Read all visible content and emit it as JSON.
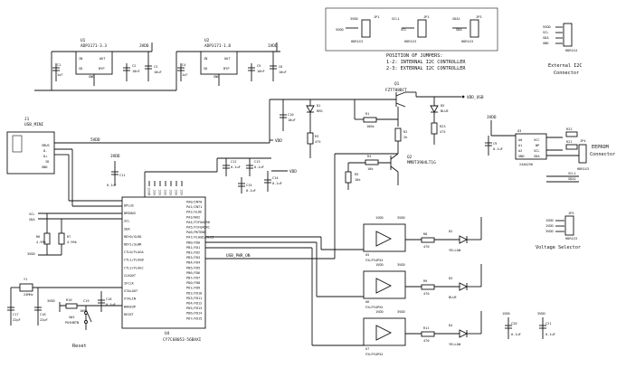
{
  "jumpers": {
    "jp1": {
      "ref": "JP1",
      "pins": [
        "3VDD",
        "5VDD"
      ],
      "caption": "HDR1X3"
    },
    "jp2": {
      "ref": "JP2",
      "pins": [
        "SCL1",
        "SCL"
      ],
      "caption": "HDR1X3"
    },
    "jp3": {
      "ref": "JP3",
      "pins": [
        "SDA1",
        "SDA"
      ],
      "caption": "HDR1X3"
    },
    "note_title": "POSITION OF JUMPERS:",
    "note_line1": "1-2: INTERNAL I2C CONTROLLER",
    "note_line2": "2-3: EXTERNAL I2C CONTROLLER"
  },
  "ext_i2c": {
    "pins": [
      "5VDD",
      "SCL",
      "SDA",
      "GND"
    ],
    "ref": "J2",
    "part": "HDR1X4",
    "caption_line1": "External I2C",
    "caption_line2": "Connector"
  },
  "regulators": {
    "u1": {
      "ref": "U1",
      "part": "ADP3171-3.3",
      "in": "IN",
      "out": "OUT",
      "sd": "SD",
      "byp": "BYP",
      "gnd": "GND"
    },
    "u2": {
      "ref": "U2",
      "part": "ADP3171-1.8",
      "in": "IN",
      "out": "OUT",
      "sd": "SD",
      "byp": "BYP",
      "gnd": "GND"
    },
    "c1": "C1",
    "c1v": "1uF",
    "c2": "C2",
    "c2v": "10nF",
    "c3": "C3",
    "c3v": "10uF",
    "c_net": "3VDD",
    "c4": "C4",
    "c4v": "1uF",
    "c5": "C5",
    "c5v": "10nF",
    "c6": "C6",
    "c6v": "10uF",
    "c2_net": "1VDD"
  },
  "usb": {
    "ref": "J1",
    "part": "USB_MINI",
    "pins": [
      "VBUS",
      "D-",
      "D+",
      "ID",
      "GND"
    ],
    "net": "5VDD"
  },
  "power_switch": {
    "q1": "Q1",
    "q1_part": "FZT788BCT",
    "net_out": "VDD_USB",
    "c10": "C10",
    "c10v": "10uF",
    "d1": "D1",
    "d1v": "RED",
    "r3": "R3",
    "r3v": "475",
    "r1": "R1",
    "r1v": "100k",
    "r2": "R2",
    "r2v": "2k",
    "d5": "D5",
    "d5v": "BLUE",
    "r23": "R23",
    "r23v": "475",
    "q2": "Q2",
    "q2_part": "MMBT3904LT1G",
    "r4": "R4",
    "r4v": "10k",
    "r5": "R5",
    "r5v": "10k",
    "vdd": "VDD",
    "vdd3": "3VDD"
  },
  "mcu": {
    "ref": "U4",
    "part": "CY7C68053-56BAXI",
    "left_pins": [
      "DPLUS",
      "DMINUS",
      "SCL",
      "SDA",
      "RDY0/SLRD",
      "RDY1/SLWR",
      "CTL0/FLAGA",
      "CTL1/FLAGB",
      "CTL2/FLAGC",
      "CLKOUT",
      "IFCLK",
      "XTALOUT",
      "XTALIN",
      "WAKEUP",
      "RESET"
    ],
    "right_pins": [
      "PA0/INT0",
      "PA1/INT1",
      "PA2/SLOE",
      "PA3/WU2",
      "PA4/FIFOADR0",
      "PA5/FIFOADR1",
      "PA6/PKTEND",
      "PA7/FLAGD/SLCS",
      "PB0/FD0",
      "PB1/FD1",
      "PB2/FD2",
      "PB3/FD3",
      "PB4/FD4",
      "PB5/FD5",
      "PB6/FD6",
      "PB7/FD7",
      "PD0/FD8",
      "PD1/FD9",
      "PD2/FD10",
      "PD3/FD11",
      "PD4/FD12",
      "PD5/FD13",
      "PD6/FD14",
      "PD7/FD15"
    ],
    "top_pins": [
      "AVCC",
      "VCC",
      "VCC",
      "VCC",
      "VCC",
      "VCC",
      "VCC"
    ],
    "usb_pwr": "USB_PWR_ON",
    "c11": "C11",
    "c11v": "0.1uF",
    "c12": "C12",
    "c12v": "0.1uF",
    "c13": "C13",
    "c13v": "0.1uF",
    "c14": "C14",
    "c14v": "0.1uF",
    "c15": "C15",
    "c15v": "0.1uF",
    "c16": "C16",
    "c16v": "0.1uF",
    "vdd": "VDD",
    "vdd2": "VDD",
    "net_3vdd": "3VDD"
  },
  "i2c_pullups": {
    "scl": "SCL",
    "sda": "SDA",
    "r6": "R6",
    "r6v": "4.99k",
    "r7": "R7",
    "r7v": "4.99k",
    "net": "3VDD"
  },
  "crystal": {
    "ref": "Y1",
    "val": "24MHz",
    "c17": "C17",
    "c17v": "22pF",
    "c18": "C18",
    "c18v": "22pF"
  },
  "reset": {
    "net": "3VDD",
    "r10": "R10",
    "r10v": "100k",
    "sw": "SW1",
    "sw_part": "PUSHBTN",
    "c19": "C19",
    "c19v": "0.1uF",
    "caption": "Reset"
  },
  "eeprom": {
    "ref": "U3",
    "part": "24AA256",
    "pins": [
      "A0",
      "A1",
      "A2",
      "GND",
      "VCC",
      "WP",
      "SCL",
      "SDA"
    ],
    "c9": "C9",
    "c9v": "0.1uF",
    "r22": "R22",
    "r21": "R21",
    "net": "3VDD",
    "hdr": "JP4",
    "hdr_part": "HDR1X3",
    "caption_line1": "EEPROM",
    "caption_line2": "Connector",
    "sda": "SDA1",
    "scl": "SCL1"
  },
  "volt_selector": {
    "pins": [
      "1VDD",
      "1VDD",
      "3VDD"
    ],
    "ref": "JP5",
    "part": "HDR1X3",
    "caption": "Voltage Selector"
  },
  "leds": [
    {
      "ref": "U5",
      "part": "FXLP34P5X",
      "r": "R8",
      "rv": "470",
      "d": "D2",
      "color": "YELLOW",
      "vin": "1VDD",
      "vout": "3VDD"
    },
    {
      "ref": "U6",
      "part": "FXLP34P5X",
      "r": "R9",
      "rv": "470",
      "d": "D3",
      "color": "BLUE",
      "vin": "1VDD",
      "vout": "3VDD"
    },
    {
      "ref": "U7",
      "part": "FXLP34P5X",
      "r": "R11",
      "rv": "470",
      "d": "D4",
      "color": "YELLOW",
      "vin": "1VDD",
      "vout": "3VDD"
    }
  ],
  "bulk_caps": {
    "c20": "C20",
    "c20v": "0.1uF",
    "c21": "C21",
    "c21v": "0.1uF",
    "net1": "1VDD",
    "net2": "3VDD"
  }
}
